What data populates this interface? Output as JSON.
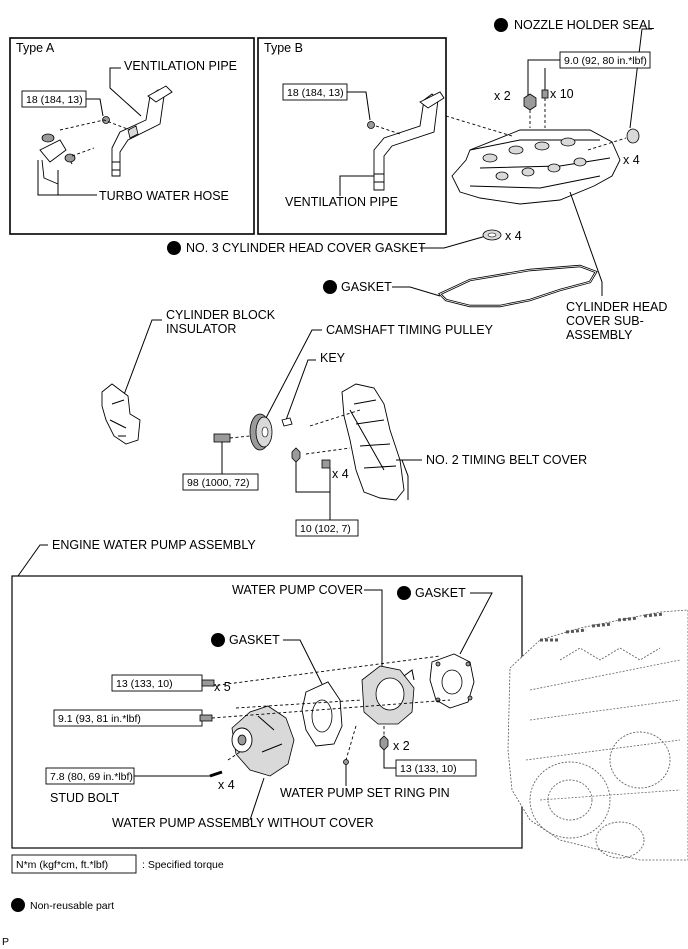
{
  "type_a": {
    "title": "Type A",
    "torque": "18 (184, 13)",
    "ventilation_pipe": "VENTILATION PIPE",
    "turbo_water_hose": "TURBO WATER HOSE"
  },
  "type_b": {
    "title": "Type B",
    "torque": "18 (184, 13)",
    "ventilation_pipe": "VENTILATION PIPE"
  },
  "head_cover": {
    "nozzle_holder_seal": "NOZZLE HOLDER SEAL",
    "torque": "9.0 (92, 80 in.*lbf)",
    "qty_nut": "x 2",
    "qty_bolt": "x 10",
    "qty_seal": "x 4",
    "no3_gasket": "NO. 3 CYLINDER HEAD COVER GASKET",
    "qty_no3_gasket": "x 4",
    "gasket": "GASKET",
    "cylinder_head_cover": [
      "CYLINDER HEAD",
      "COVER SUB-",
      "ASSEMBLY"
    ]
  },
  "timing": {
    "cylinder_block_insulator": [
      "CYLINDER BLOCK",
      "INSULATOR"
    ],
    "camshaft_timing_pulley": "CAMSHAFT TIMING PULLEY",
    "key": "KEY",
    "no2_timing_belt_cover": "NO. 2 TIMING BELT COVER",
    "torque_pulley": "98 (1000, 72)",
    "qty_cover_bolt": "x 4",
    "torque_cover": "10 (102, 7)"
  },
  "water_pump": {
    "assembly_title": "ENGINE WATER PUMP ASSEMBLY",
    "water_pump_cover": "WATER PUMP COVER",
    "gasket_left": "GASKET",
    "gasket_right": "GASKET",
    "torque_13a": "13 (133, 10)",
    "qty_x5": "x 5",
    "torque_91": "9.1 (93, 81 in.*lbf)",
    "torque_78": "7.8 (80, 69 in.*lbf)",
    "stud_bolt": "STUD BOLT",
    "qty_stud": "x 4",
    "qty_x2": "x 2",
    "torque_13b": "13 (133, 10)",
    "set_ring_pin": "WATER PUMP SET RING PIN",
    "without_cover": "WATER PUMP ASSEMBLY WITHOUT COVER"
  },
  "legend": {
    "unit_box": "N*m (kgf*cm, ft.*lbf)",
    "specified_torque": ": Specified torque",
    "non_reusable": "Non-reusable part"
  },
  "footer": {
    "code": "P"
  }
}
